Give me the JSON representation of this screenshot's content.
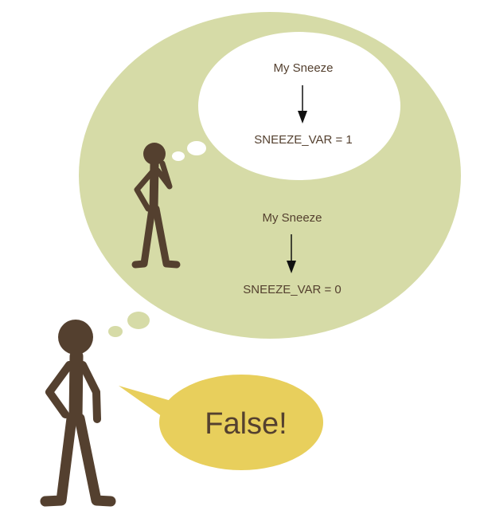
{
  "colors": {
    "big_bubble": "#d6dba7",
    "inner_bubble": "#ffffff",
    "speech_bubble": "#e8cf5c",
    "figure": "#54402f",
    "text": "#54402f",
    "arrow": "#111111"
  },
  "inner_thought": {
    "top_label": "My Sneeze",
    "bottom_label": "SNEEZE_VAR = 1"
  },
  "outer_thought": {
    "top_label": "My Sneeze",
    "bottom_label": "SNEEZE_VAR = 0"
  },
  "speech": {
    "text": "False!"
  }
}
